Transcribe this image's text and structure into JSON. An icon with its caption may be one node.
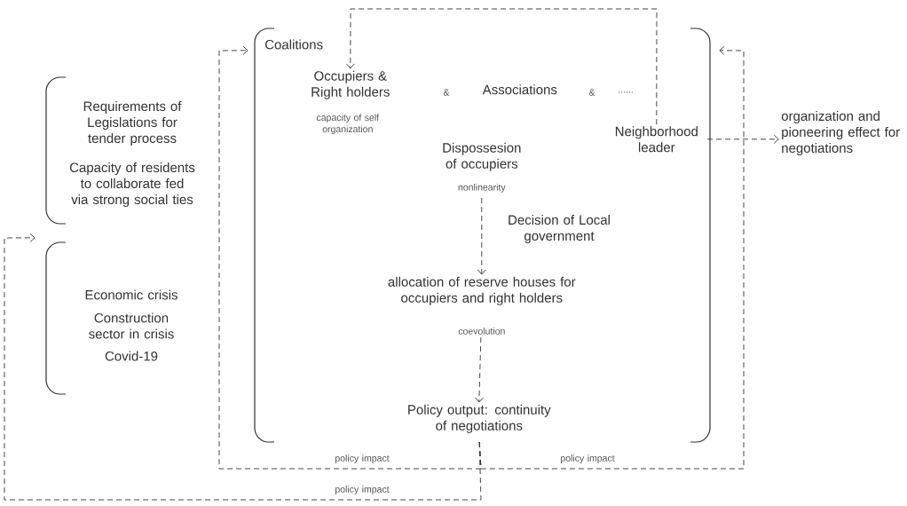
{
  "diagram": {
    "nodes": [
      {
        "text": [
          "Coalitions"
        ]
      },
      {
        "text": [
          "Occupiers & Right holders"
        ],
        "in": 0,
        "beside": [
          "capacity of self organization"
        ]
      },
      {
        "text": [
          "Associations"
        ],
        "in": 0
      },
      {
        "text": [
          "Neighborhood leader"
        ],
        "in": 0
      },
      {
        "text": [
          "Dispossesion of occupiers"
        ],
        "in": 0,
        "beside": [
          "nonlinearity"
        ]
      },
      {
        "text": [
          "allocation of reserve houses for occupiers and right holders"
        ],
        "in": 0,
        "beside": [
          "coevolution"
        ]
      },
      {
        "text": [
          "Policy output: continuity of negotiations"
        ],
        "in": 0
      },
      {
        "text": [
          "Requirements of Legislations for tender process",
          "Capacity of residents to collaborate fed via strong social ties"
        ]
      },
      {
        "text": [
          "Economic crisis",
          "Construction sector in crisis",
          "Covid-19"
        ]
      },
      {
        "text": [
          "organization and pioneering effect for negotiations"
        ]
      }
    ],
    "edges": [
      {
        "from": 6,
        "to": 8,
        "arrow": "to",
        "style": "dashed",
        "label": "policy impact"
      },
      {
        "from": 6,
        "to": 0,
        "arrow": "to",
        "style": "dashed",
        "label": "policy impact"
      },
      {
        "from": 6,
        "to": 0,
        "arrow": "to",
        "style": "dashed",
        "label": "policy impact"
      },
      {
        "from": 3,
        "to": 1,
        "arrow": "to",
        "style": "dashed"
      },
      {
        "from": 3,
        "to": 9,
        "arrow": "to",
        "style": "dashed"
      },
      {
        "from": 4,
        "to": 5,
        "arrow": "to",
        "style": "dashed",
        "label": "Decision of Local government"
      },
      {
        "from": 5,
        "to": 6,
        "arrow": "to",
        "style": "dashed"
      }
    ],
    "labels": [
      "&",
      "&",
      "......"
    ]
  }
}
